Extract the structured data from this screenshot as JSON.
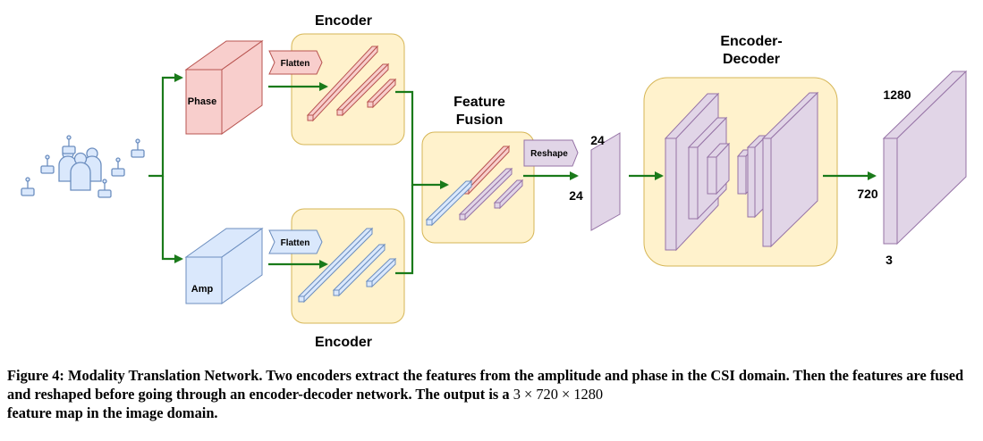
{
  "labels": {
    "encoder_top": "Encoder",
    "encoder_bottom": "Encoder",
    "feature_fusion_line1": "Feature",
    "feature_fusion_line2": "Fusion",
    "encoder_decoder_line1": "Encoder-",
    "encoder_decoder_line2": "Decoder",
    "phase": "Phase",
    "amp": "Amp",
    "flatten_top": "Flatten",
    "flatten_bottom": "Flatten",
    "reshape": "Reshape",
    "reshaped_height": "24",
    "reshaped_width": "24",
    "output_width": "1280",
    "output_height": "720",
    "output_channels": "3"
  },
  "caption": {
    "text": "Figure 4: Modality Translation Network. Two encoders extract the features from the amplitude and phase in the CSI domain. Then the features are fused and reshaped before going through an encoder-decoder network. The output is a ",
    "math": "3 × 720 × 1280",
    "tail": "feature map in the image domain."
  },
  "colors": {
    "phase_fill": "#f8cecc",
    "phase_stroke": "#b85450",
    "amp_fill": "#dae8fc",
    "amp_stroke": "#6c8ebf",
    "block_fill": "#fff2cc",
    "block_stroke": "#d6b656",
    "purple_fill": "#e1d5e7",
    "purple_stroke": "#9673a6",
    "arrow": "#1a7a1a"
  }
}
